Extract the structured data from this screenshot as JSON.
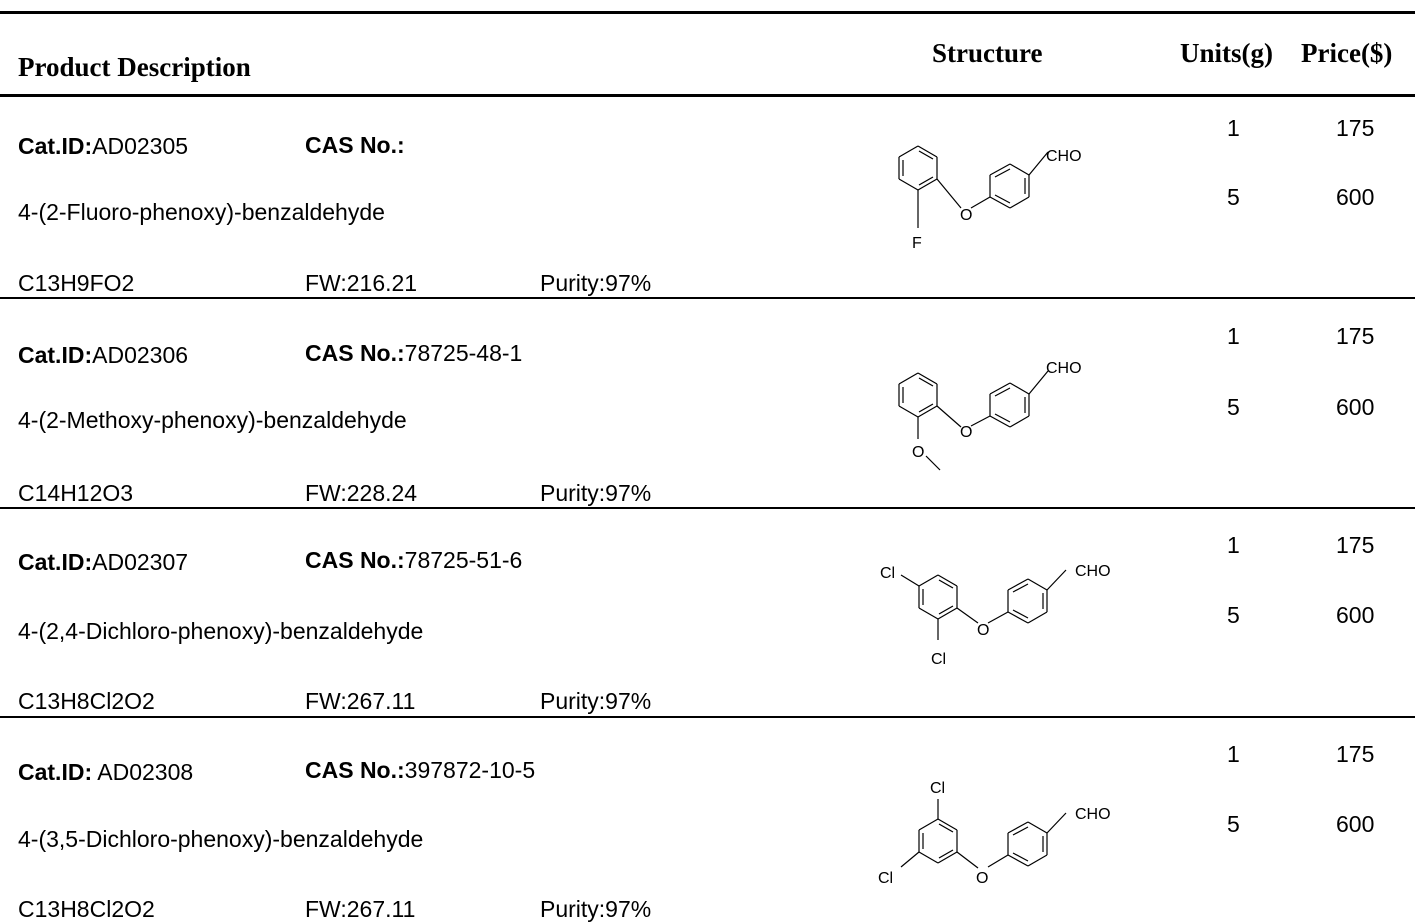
{
  "header": {
    "product_description": "Product Description",
    "structure": "Structure",
    "units": "Units(g)",
    "price": "Price($)"
  },
  "labels": {
    "cat_id": "Cat.ID:",
    "cas_no": "CAS No.:"
  },
  "products": [
    {
      "cat_id": "AD02305",
      "cas": "",
      "name": "4-(2-Fluoro-phenoxy)-benzaldehyde",
      "formula": "C13H9FO2",
      "fw": "FW:216.21",
      "purity": "Purity:97%",
      "pricing": [
        {
          "units": "1",
          "price": "175"
        },
        {
          "units": "5",
          "price": "600"
        }
      ],
      "structure_labels": {
        "cho": "CHO",
        "o": "O",
        "sub": "F"
      }
    },
    {
      "cat_id": "AD02306",
      "cas": "78725-48-1",
      "name": "4-(2-Methoxy-phenoxy)-benzaldehyde",
      "formula": "C14H12O3",
      "fw": "FW:228.24",
      "purity": "Purity:97%",
      "pricing": [
        {
          "units": "1",
          "price": "175"
        },
        {
          "units": "5",
          "price": "600"
        }
      ],
      "structure_labels": {
        "cho": "CHO",
        "o": "O",
        "sub": "O"
      }
    },
    {
      "cat_id": "AD02307",
      "cas": "78725-51-6",
      "name": "4-(2,4-Dichloro-phenoxy)-benzaldehyde",
      "formula": "C13H8Cl2O2",
      "fw": "FW:267.11",
      "purity": "Purity:97%",
      "pricing": [
        {
          "units": "1",
          "price": "175"
        },
        {
          "units": "5",
          "price": "600"
        }
      ],
      "structure_labels": {
        "cho": "CHO",
        "o": "O",
        "sub": "Cl",
        "sub2": "Cl"
      }
    },
    {
      "cat_id": " AD02308",
      "cas": "397872-10-5",
      "name": "4-(3,5-Dichloro-phenoxy)-benzaldehyde",
      "formula": "C13H8Cl2O2",
      "fw": "FW:267.11",
      "purity": "Purity:97%",
      "pricing": [
        {
          "units": "1",
          "price": "175"
        },
        {
          "units": "5",
          "price": "600"
        }
      ],
      "structure_labels": {
        "cho": "CHO",
        "o": "O",
        "sub": "Cl",
        "sub2": "Cl"
      }
    }
  ]
}
